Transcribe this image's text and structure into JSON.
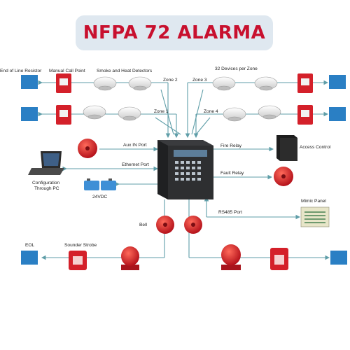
{
  "title": "NFPA 72 ALARMA",
  "labels": {
    "end_of_line_resistor": "End of Line Resistor",
    "manual_call_point": "Manual Call Point",
    "smoke_heat_detectors": "Smoke and Heat Detectors",
    "devices_per_zone": "32 Devices per Zone",
    "zone1": "Zone 1",
    "zone2": "Zone 2",
    "zone3": "Zone 3",
    "zone4": "Zone 4",
    "aux_in_port": "Aux IN Port",
    "ethernet_port": "Ethernet Port",
    "config_line1": "Configuration",
    "config_line2": "Through PC",
    "battery": "24VDC",
    "fire_relay": "Fire Relay",
    "access_control": "Access Control",
    "fault_relay": "Fault Relay",
    "rs485_port": "RS485 Port",
    "mimic_panel": "Mimic Panel",
    "bell": "Bell",
    "eol": "EOL",
    "sounder_strobe": "Sounder Strobe"
  },
  "colors": {
    "title_text": "#c8102e",
    "title_bg": "#dfe8f0",
    "line": "#5f9ea8",
    "eol_box": "#2a7fc4",
    "red_device": "#d4202a",
    "panel": "#2e2f31"
  }
}
